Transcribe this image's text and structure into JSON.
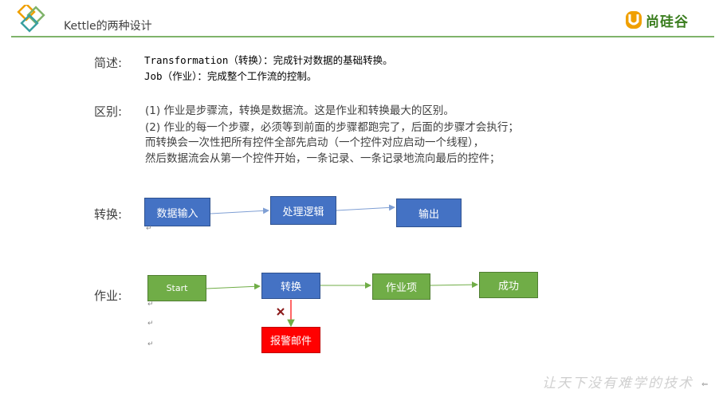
{
  "header": {
    "title": "Kettle的两种设计",
    "brand": "尚硅谷",
    "colors": {
      "accent_green": "#7fb36a",
      "logo_orange": "#f0a000"
    }
  },
  "summary": {
    "label": "简述:",
    "lines": [
      "Transformation（转换）：完成针对数据的基础转换。",
      "Job（作业）：完成整个工作流的控制。"
    ]
  },
  "difference": {
    "label": "区别:",
    "lines": [
      "(1) 作业是步骤流，转换是数据流。这是作业和转换最大的区别。",
      "(2) 作业的每一个步骤，必须等到前面的步骤都跑完了，后面的步骤才会执行；",
      "而转换会一次性把所有控件全部先启动（一个控件对应启动一个线程），",
      "然后数据流会从第一个控件开始，一条记录、一条记录地流向最后的控件；"
    ]
  },
  "transform_flow": {
    "label": "转换:",
    "nodes": [
      "数据输入",
      "处理逻辑",
      "输出"
    ],
    "colors": {
      "node": "#4472c4",
      "edge": "#7f9fd4"
    }
  },
  "job_flow": {
    "label": "作业:",
    "nodes": [
      "Start",
      "转换",
      "作业项",
      "成功"
    ],
    "error_node": "报警邮件",
    "colors": {
      "node": "#70ad47",
      "transform_node": "#4472c4",
      "error_node": "#ff0000",
      "edge": "#70ad47",
      "error_edge": "#ff0000"
    }
  },
  "footer": {
    "slogan": "让天下没有难学的技术"
  }
}
